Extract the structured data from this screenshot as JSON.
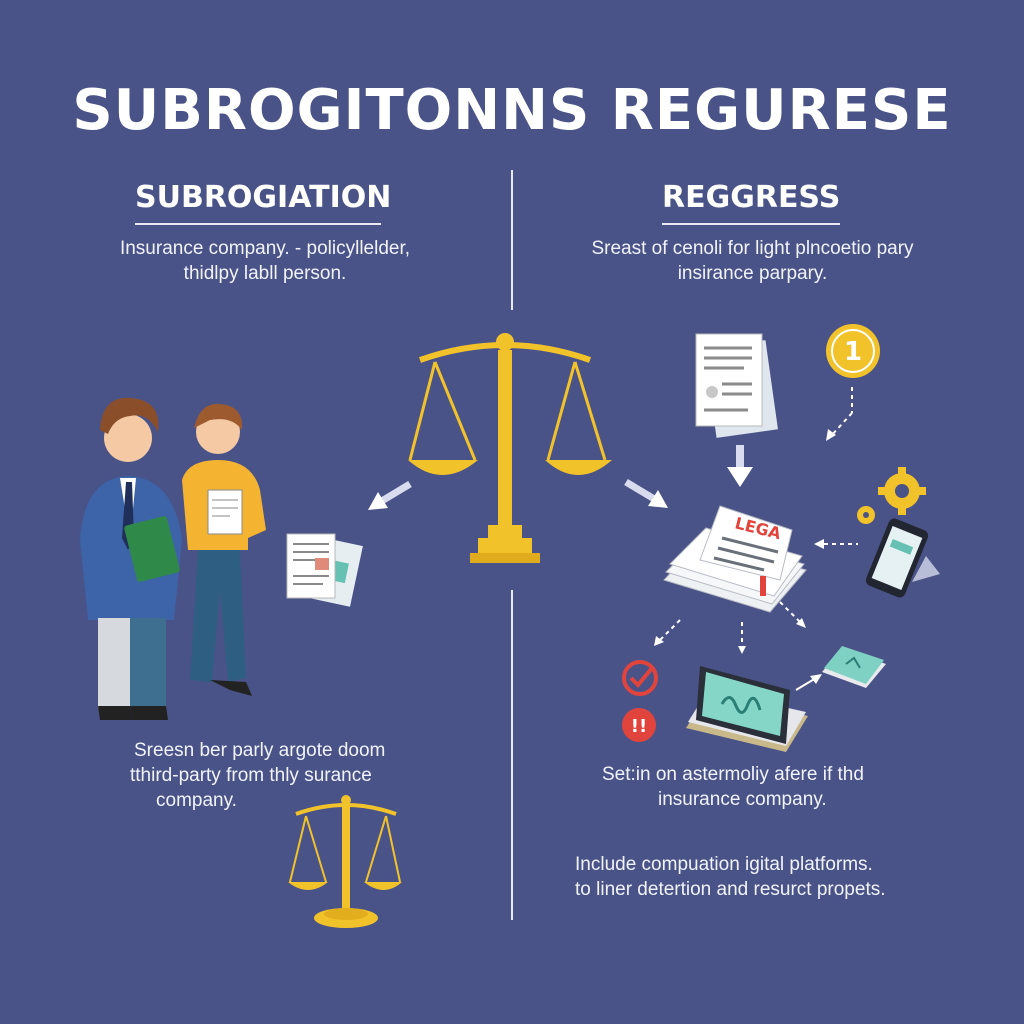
{
  "title": "SUBROGITONNS REGURESE",
  "left": {
    "heading": "SUBROGIATION",
    "intro_line1": "Insurance company. - policyllelder,",
    "intro_line2": "thidlpy labll person.",
    "caption_line1": "Sreesn ber parly argote doom",
    "caption_line2": "tthird-party from thly surance",
    "caption_line3": "company."
  },
  "right": {
    "heading": "REGGRESS",
    "intro_line1": "Sreast of cenoli for light plncoetio pary",
    "intro_line2": "insirance parpary.",
    "caption_line1": "Set:in on astermoliy afere if thd",
    "caption_line2": "insurance company.",
    "note_line1": "Include compuation  igital platforms.",
    "note_line2": "to liner detertion and resurct propets.",
    "document_label": "LEGA",
    "coin_glyph": "1",
    "alert_glyph": "!!"
  },
  "icons": {
    "scales": "balance-scale-icon",
    "document": "document-icon",
    "coin": "coin-icon",
    "gear": "gear-icon",
    "phone": "smartphone-icon",
    "laptop": "laptop-icon",
    "check": "checkmark-icon",
    "alert": "alert-icon"
  },
  "colors": {
    "background": "#4a5388",
    "gold": "#f2c22b",
    "text": "#ffffff",
    "red": "#e0443c",
    "teal": "#7fd1c4"
  }
}
